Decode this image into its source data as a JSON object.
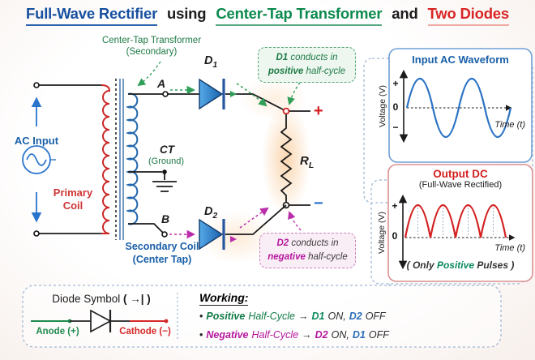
{
  "colors": {
    "accent_blue": "#1a5fa8",
    "accent_green": "#0c8a4e",
    "accent_red": "#d92525",
    "accent_magenta": "#b5179e",
    "coil_red": "#cc2727",
    "coil_blue": "#2166ac"
  },
  "title": {
    "part1": "Full-Wave Rectifier",
    "conn1": "using",
    "part2": "Center-Tap Transformer",
    "conn2": "and",
    "part3": "Two Diodes"
  },
  "circuit": {
    "ac_input_label": "AC Input",
    "primary_coil_line1": "Primary",
    "primary_coil_line2": "Coil",
    "transformer_label_line1": "Center-Tap Transformer",
    "transformer_label_line2": "(Secondary)",
    "secondary_label_line1": "Secondary Coil",
    "secondary_label_line2": "(Center Tap)",
    "terminal_a": "A",
    "terminal_b": "B",
    "center_tap": "CT",
    "center_tap_sub": "(Ground)",
    "diode1_letter": "D",
    "diode1_sub": "1",
    "diode2_letter": "D",
    "diode2_sub": "2",
    "load_letter": "R",
    "load_sub": "L",
    "plus": "+",
    "minus": "−",
    "d1_callout_device": "D1",
    "d1_callout_line1": "conducts in",
    "d1_callout_emph": "positive",
    "d1_callout_line2": "half-cycle",
    "d2_callout_device": "D2",
    "d2_callout_line1": "conducts in",
    "d2_callout_emph": "negative",
    "d2_callout_line2": "half-cycle"
  },
  "input_panel": {
    "title": "Input AC Waveform",
    "y_label": "Voltage (V)",
    "tick_plus": "+",
    "tick_zero": "0",
    "tick_minus": "−",
    "x_label": "Time (t)"
  },
  "output_panel": {
    "title": "Output DC",
    "subtitle": "(Full-Wave Rectified)",
    "y_label": "Voltage (V)",
    "tick_plus": "+",
    "tick_zero": "0",
    "x_label": "Time (t)",
    "note_open": "( Only",
    "note_emph": "Positive",
    "note_close": "Pulses )"
  },
  "legend": {
    "title": "Diode Symbol",
    "symbol": "( →| )",
    "anode": "Anode (+)",
    "cathode": "Cathode (−)"
  },
  "working": {
    "title": "Working:",
    "bullet1": {
      "emph": "Positive",
      "phrase": "Half-Cycle",
      "arrow": "→",
      "on_device": "D1",
      "on_text": "ON,",
      "off_device": "D2",
      "off_text": "OFF"
    },
    "bullet2": {
      "emph": "Negative",
      "phrase": "Half-Cycle",
      "arrow": "→",
      "on_device": "D2",
      "on_text": "ON,",
      "off_device": "D1",
      "off_text": "OFF"
    }
  },
  "chart_data": [
    {
      "type": "line",
      "title": "Input AC Waveform",
      "xlabel": "Time (t)",
      "ylabel": "Voltage (V)",
      "ytick_labels": [
        "+",
        "0",
        "−"
      ],
      "series": [
        {
          "name": "AC input",
          "shape": "sine",
          "cycles": 2,
          "amplitude": 1,
          "first_half_cycle": "positive"
        }
      ],
      "grid": false,
      "x_axis_style": "dashed-arrow"
    },
    {
      "type": "line",
      "title": "Output DC",
      "subtitle": "(Full-Wave Rectified)",
      "xlabel": "Time (t)",
      "ylabel": "Voltage (V)",
      "ytick_labels": [
        "+",
        "0"
      ],
      "series": [
        {
          "name": "Rectified output",
          "shape": "full-wave rectified sine",
          "pulses": 4,
          "amplitude": 1
        }
      ],
      "annotation": "( Only Positive Pulses )",
      "grid": false,
      "peak_guides": "dashed"
    }
  ]
}
